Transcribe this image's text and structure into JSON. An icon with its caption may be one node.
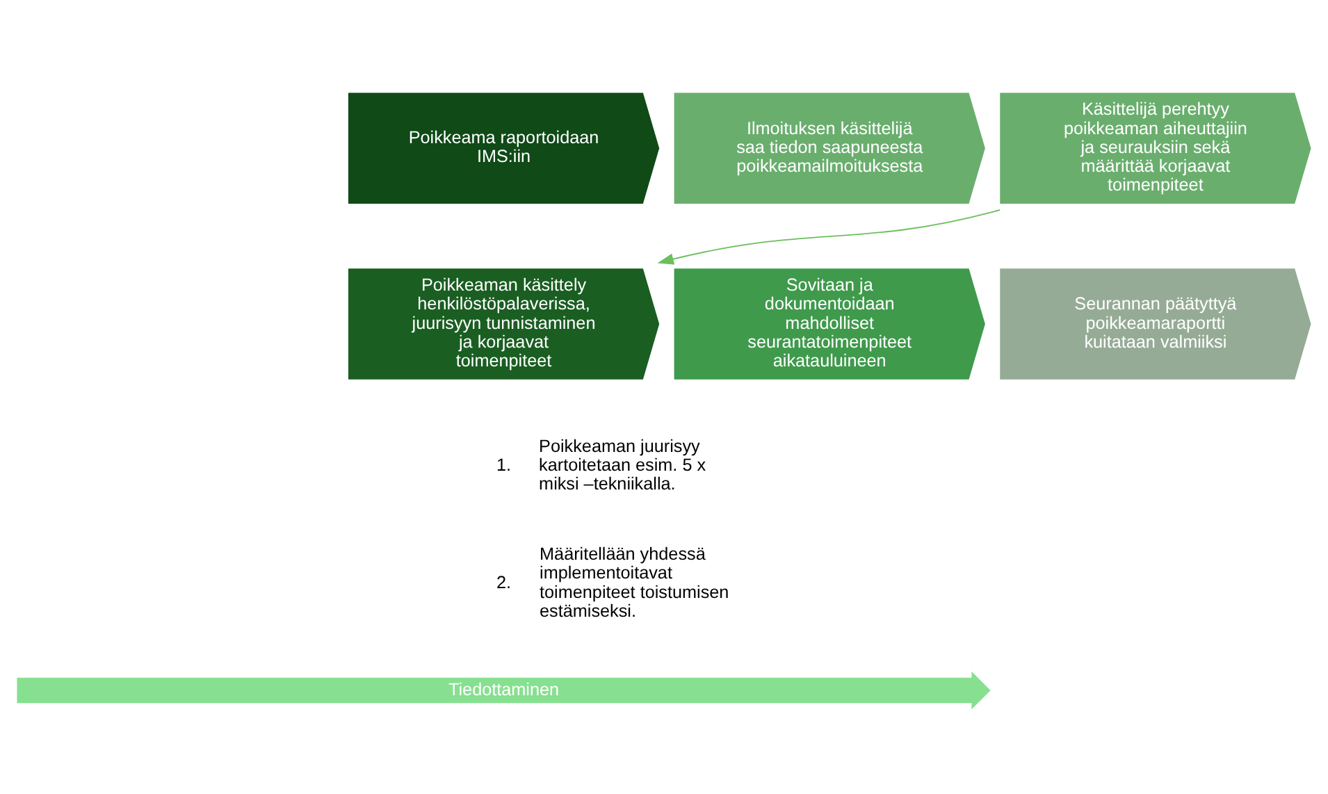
{
  "diagram": {
    "nodes": [
      {
        "text": [
          "Poikkeama raportoidaan IMS:iin"
        ]
      },
      {
        "text": [
          "Ilmoituksen käsittelijä saa tiedon saapuneesta poikkeamailmoituksesta"
        ]
      },
      {
        "text": [
          "Käsittelijä perehtyy poikkeaman aiheuttajiin ja seurauksiin sekä määrittää korjaavat toimenpiteet"
        ]
      },
      {
        "text": [
          "Poikkeaman käsittely henkilöstöpalaverissa, juurisyyn tunnistaminen ja korjaavat toimenpiteet"
        ]
      },
      {
        "text": [
          "Sovitaan ja dokumentoidaan mahdolliset seurantatoimenpiteet aikatauluineen"
        ]
      },
      {
        "text": [
          "Seurannan päätyttyä poikkeamaraportti kuitataan valmiiksi"
        ]
      },
      {
        "text": [
          "Tiedottaminen"
        ]
      }
    ],
    "edges": [
      {
        "from": 2,
        "to": 3,
        "arrow": "to"
      }
    ],
    "labels": [
      "1.",
      "Poikkeaman juurisyy kartoitetaan esim. 5 x miksi –tekniikalla.",
      "2.",
      "Määritellään yhdessä implementoitavat toimenpiteet toistumisen estämiseksi."
    ]
  }
}
